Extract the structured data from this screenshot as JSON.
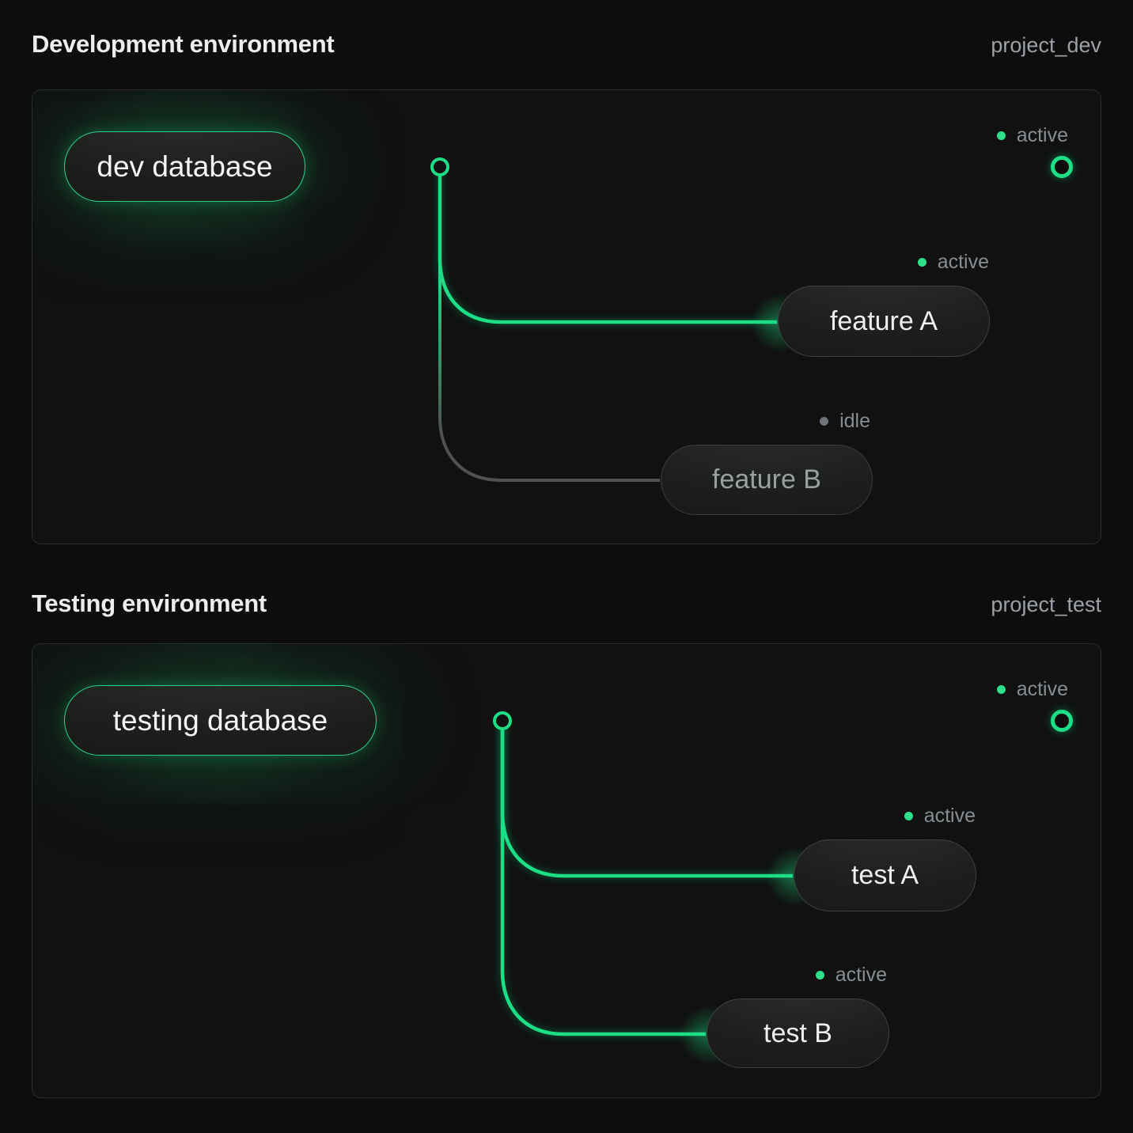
{
  "colors": {
    "accent_green": "#1ede85",
    "dot_green": "#2ee08a",
    "dot_idle_gray": "#70757b",
    "status_text": "#878e93",
    "panel_border": "#2b2d2c",
    "background": "#0c0d0c"
  },
  "sections": [
    {
      "title": "Development environment",
      "project": "project_dev",
      "database": {
        "label": "dev database"
      },
      "trunk_status": "active",
      "branches": [
        {
          "label": "feature A",
          "status": "active"
        },
        {
          "label": "feature B",
          "status": "idle"
        }
      ]
    },
    {
      "title": "Testing environment",
      "project": "project_test",
      "database": {
        "label": "testing database"
      },
      "trunk_status": "active",
      "branches": [
        {
          "label": "test A",
          "status": "active"
        },
        {
          "label": "test B",
          "status": "active"
        }
      ]
    }
  ]
}
